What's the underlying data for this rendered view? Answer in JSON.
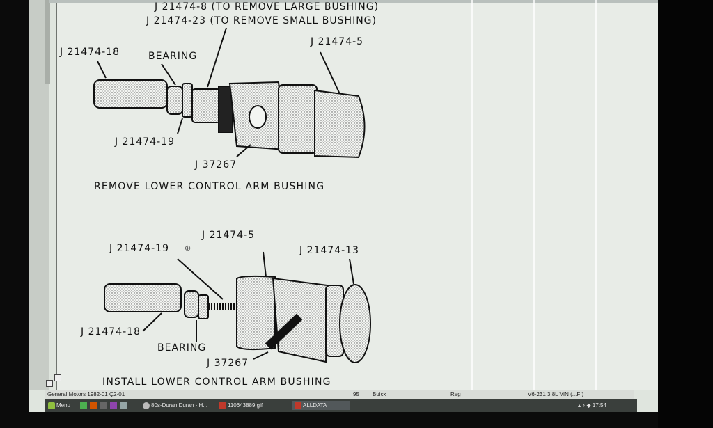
{
  "diagram": {
    "top": {
      "callout_8": "J 21474-8 (TO REMOVE LARGE BUSHING)",
      "callout_23": "J 21474-23 (TO REMOVE SMALL BUSHING)",
      "callout_18": "J 21474-18",
      "callout_bearing": "BEARING",
      "callout_5": "J 21474-5",
      "callout_19": "J 21474-19",
      "callout_37267": "J 37267",
      "caption": "REMOVE LOWER CONTROL ARM BUSHING"
    },
    "bottom": {
      "callout_5": "J 21474-5",
      "callout_19": "J 21474-19",
      "callout_13": "J 21474-13",
      "callout_18": "J 21474-18",
      "callout_bearing": "BEARING",
      "callout_37267": "J 37267",
      "caption": "INSTALL LOWER CONTROL ARM BUSHING"
    }
  },
  "status_bar": {
    "left": "General Motors 1982-01 Q2-01",
    "page": "95",
    "make": "Buick",
    "reg": "Reg",
    "engine": "V6-231 3.8L VIN (...FI)"
  },
  "taskbar": {
    "menu": "Menu",
    "task1": "80s-Duran Duran - H...",
    "task2": "110643889.gif",
    "task3": "ALLDATA",
    "clock": "17:54"
  },
  "colors": {
    "screen_bg": "#e8ece7",
    "taskbar_bg": "#3a3f3c",
    "alldata_red": "#c0392b"
  }
}
